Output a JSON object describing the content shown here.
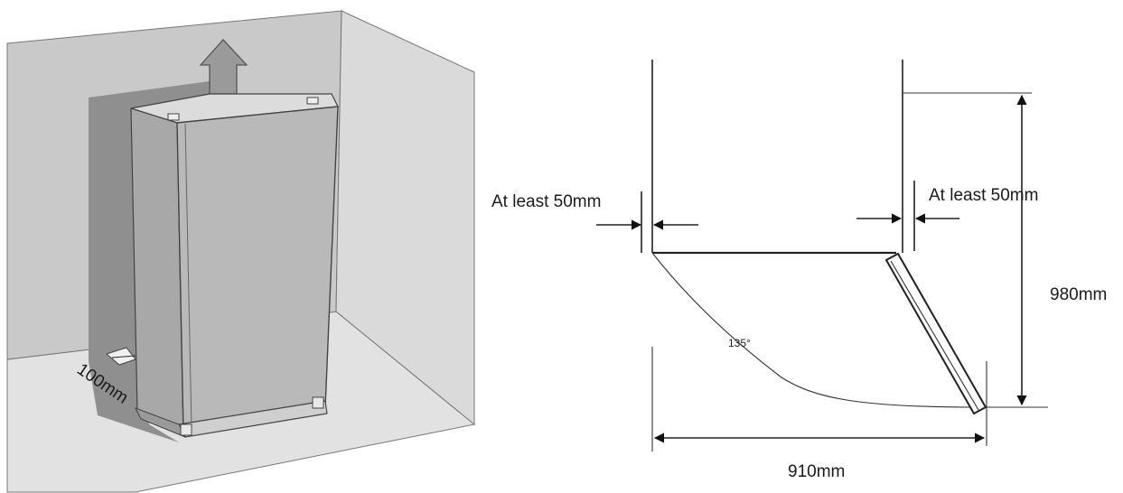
{
  "left_panel": {
    "clearance_label": "100mm"
  },
  "right_panel": {
    "left_gap_label": "At least 50mm",
    "right_gap_label": "At least 50mm",
    "angle_label": "135°",
    "depth_label": "980mm",
    "width_label": "910mm"
  }
}
